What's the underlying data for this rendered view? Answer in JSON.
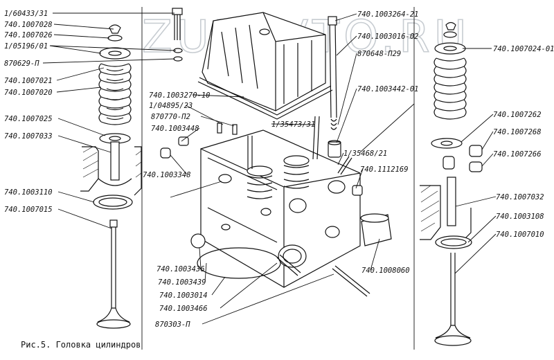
{
  "watermark": "ZURAVTO.RU",
  "caption": "Рис.5. Головка цилиндров",
  "labels": {
    "l1": "1/60433/31",
    "l2": "740.1007028",
    "l3": "740.1007026",
    "l4": "1/05196/01",
    "l5": "870629-П",
    "l6": "740.1007021",
    "l7": "740.1007020",
    "l8": "740.1007025",
    "l9": "740.1007033",
    "l10": "740.1003110",
    "l11": "740.1007015",
    "l12": "740.1003270-10",
    "l13": "1/04895/23",
    "l14": "870770-П2",
    "l15": "740.1003448",
    "l16": "740.1003348",
    "l17": "740.1003264-21",
    "l18": "740.1003016-02",
    "l19": "870648-П29",
    "l20": "740.1003442-01",
    "l21": "1/35473/31",
    "l22": "1/35468/21",
    "l23": "740.1112169",
    "l24": "740.1008060",
    "l25": "740.1003436",
    "l26": "740.1003439",
    "l27": "740.1003014",
    "l28": "740.1003466",
    "l29": "870303-П",
    "l30": "740.1007024-01",
    "l31": "740.1007262",
    "l32": "740.1007268",
    "l33": "740.1007266",
    "l34": "740.1007032",
    "l35": "740.1003108",
    "l36": "740.1007010"
  }
}
